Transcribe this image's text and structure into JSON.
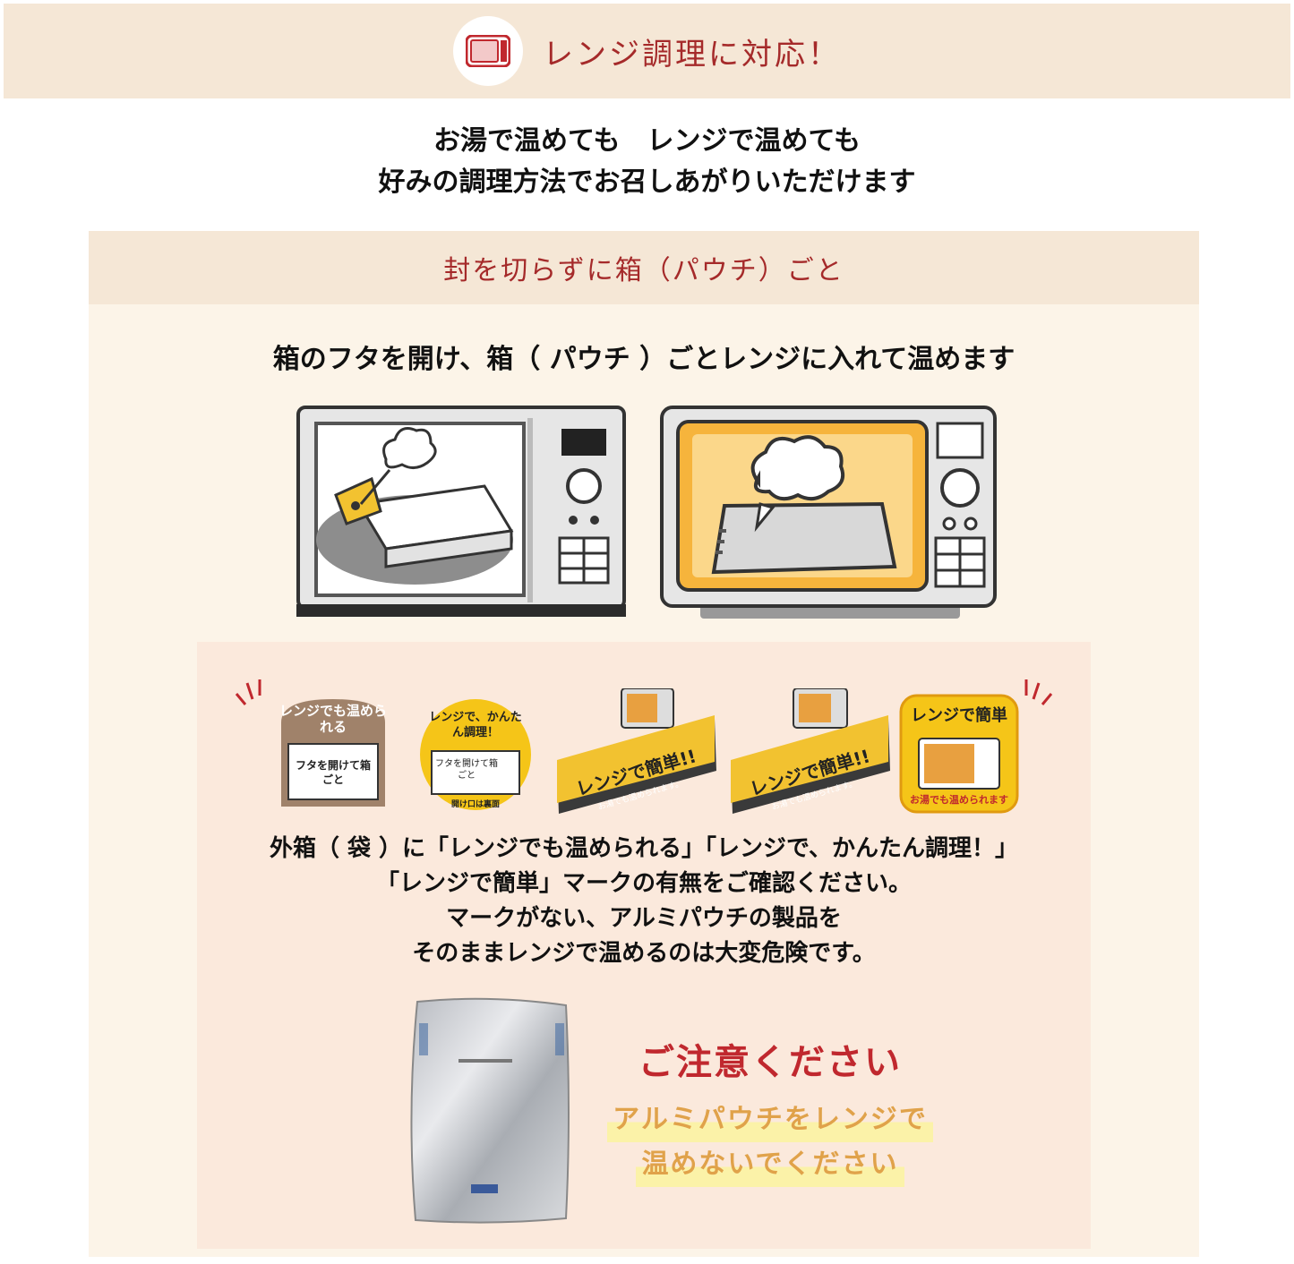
{
  "header": {
    "title": "レンジ調理に対応！",
    "icon": "microwave-icon"
  },
  "intro": {
    "line1": "お湯で温めても　レンジで温めても",
    "line2": "好みの調理方法でお召しあがりいただけます"
  },
  "panel": {
    "heading": "封を切らずに箱（パウチ）ごと",
    "instruction": "箱のフタを開け、箱（ パウチ ）ごとレンジに入れて温めます"
  },
  "marks": [
    {
      "title": "レンジでも温められる",
      "sub": "フタを開けて箱ごと"
    },
    {
      "title": "レンジで、かんたん調理！",
      "sub": "フタを開けて箱ごと",
      "foot": "開け口は裏面"
    },
    {
      "title": "レンジで簡単!!",
      "sub": "お湯でも温められます。"
    },
    {
      "title": "レンジで簡単!!",
      "sub": "お湯でも温められます。"
    },
    {
      "title": "レンジで簡単",
      "sub": "お湯でも温められます"
    }
  ],
  "notice": {
    "line1": "外箱（ 袋 ）に「レンジでも温められる」「レンジで、かんたん調理！」",
    "line2": "「レンジで簡単」マークの有無をご確認ください。",
    "line3": "マークがない、アルミパウチの製品を",
    "line4": "そのままレンジで温めるのは大変危険です。"
  },
  "caution": {
    "title": "ご注意ください",
    "line1": "アルミパウチをレンジで",
    "line2": "温めないでください"
  },
  "colors": {
    "accent": "#a52a2a",
    "caution_red": "#c0282e",
    "caution_orange": "#e0a24a",
    "band": "#f5e7d6",
    "panel": "#fcf4e8",
    "notice_box": "#fbe9dc"
  }
}
